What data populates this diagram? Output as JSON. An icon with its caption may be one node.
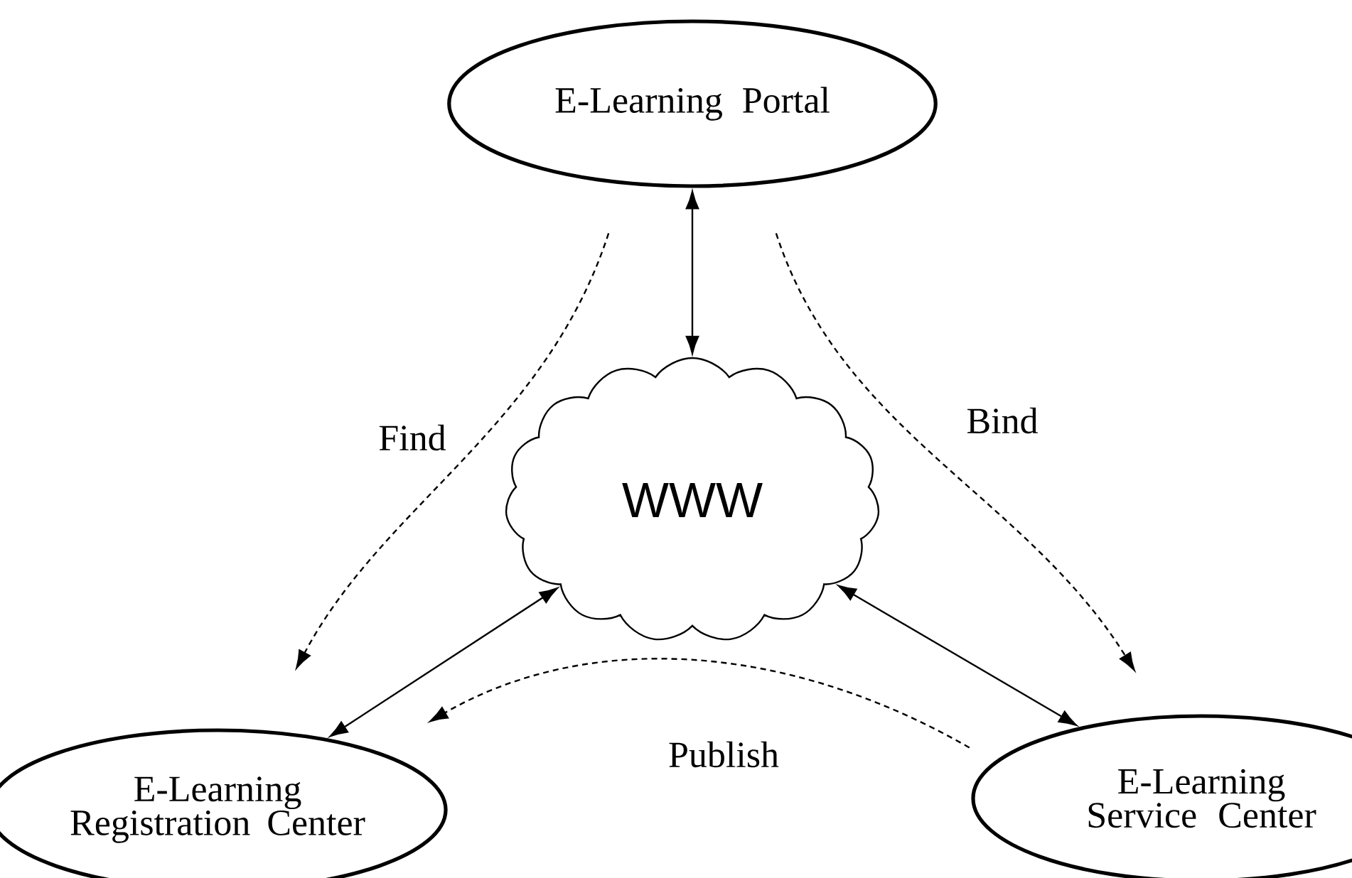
{
  "diagram": {
    "nodes": [
      {
        "text": [
          "E-Learning Portal"
        ]
      },
      {
        "text": [
          "WWW"
        ]
      },
      {
        "text": [
          "E-Learning Registration Center"
        ]
      },
      {
        "text": [
          "E-Learning Service Center"
        ]
      }
    ],
    "edges": [
      {
        "from": 0,
        "to": 1,
        "arrow": "both"
      },
      {
        "from": 2,
        "to": 1,
        "arrow": "both"
      },
      {
        "from": 1,
        "to": 3,
        "arrow": "both"
      },
      {
        "from": 0,
        "to": 2,
        "arrow": "to",
        "label": "Find",
        "style": "dashed"
      },
      {
        "from": 0,
        "to": 3,
        "arrow": "to",
        "label": "Bind",
        "style": "dashed"
      },
      {
        "from": 3,
        "to": 2,
        "arrow": "to",
        "label": "Publish",
        "style": "dashed"
      }
    ]
  }
}
